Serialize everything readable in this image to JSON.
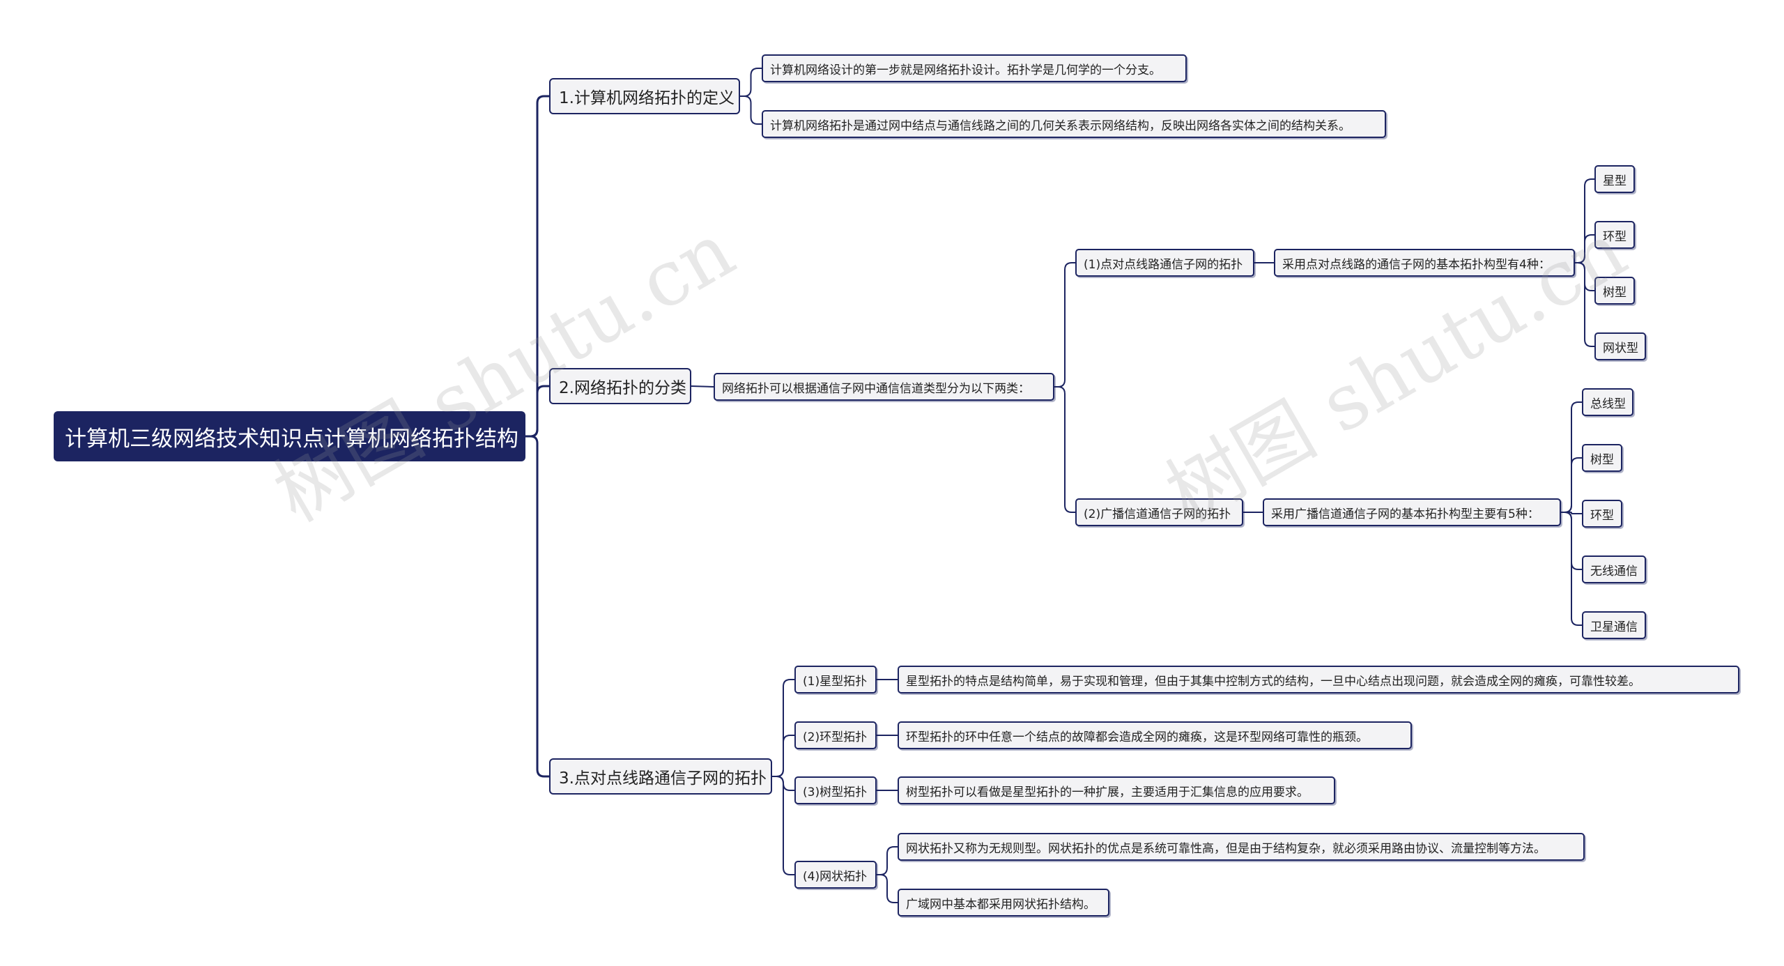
{
  "root": {
    "label": "计算机三级网络技术知识点计算机网络拓扑结构"
  },
  "watermark": "树图 shutu.cn",
  "branches": {
    "b1": {
      "label": "1.计算机网络拓扑的定义",
      "items": [
        "计算机网络设计的第一步就是网络拓扑设计。拓扑学是几何学的一个分支。",
        "计算机网络拓扑是通过网中结点与通信线路之间的几何关系表示网络结构，反映出网络各实体之间的结构关系。"
      ]
    },
    "b2": {
      "label": "2.网络拓扑的分类",
      "desc": "网络拓扑可以根据通信子网中通信信道类型分为以下两类：",
      "p2p": {
        "label": "(1)点对点线路通信子网的拓扑",
        "desc": "采用点对点线路的通信子网的基本拓扑构型有4种：",
        "types": [
          "星型",
          "环型",
          "树型",
          "网状型"
        ]
      },
      "bc": {
        "label": "(2)广播信道通信子网的拓扑",
        "desc": "采用广播信道通信子网的基本拓扑构型主要有5种：",
        "types": [
          "总线型",
          "树型",
          "环型",
          "无线通信",
          "卫星通信"
        ]
      }
    },
    "b3": {
      "label": "3.点对点线路通信子网的拓扑",
      "star": {
        "label": "(1)星型拓扑",
        "desc": "星型拓扑的特点是结构简单，易于实现和管理，但由于其集中控制方式的结构，一旦中心结点出现问题，就会造成全网的瘫痪，可靠性较差。"
      },
      "ring": {
        "label": "(2)环型拓扑",
        "desc": "环型拓扑的环中任意一个结点的故障都会造成全网的瘫痪，这是环型网络可靠性的瓶颈。"
      },
      "tree": {
        "label": "(3)树型拓扑",
        "desc": "树型拓扑可以看做是星型拓扑的一种扩展，主要适用于汇集信息的应用要求。"
      },
      "mesh": {
        "label": "(4)网状拓扑",
        "items": [
          "网状拓扑又称为无规则型。网状拓扑的优点是系统可靠性高，但是由于结构复杂，就必须采用路由协议、流量控制等方法。",
          "广域网中基本都采用网状拓扑结构。"
        ]
      }
    }
  },
  "colors": {
    "line": "#1c2461",
    "root_bg": "#1c2461",
    "node_bg": "#f3f3f5"
  }
}
